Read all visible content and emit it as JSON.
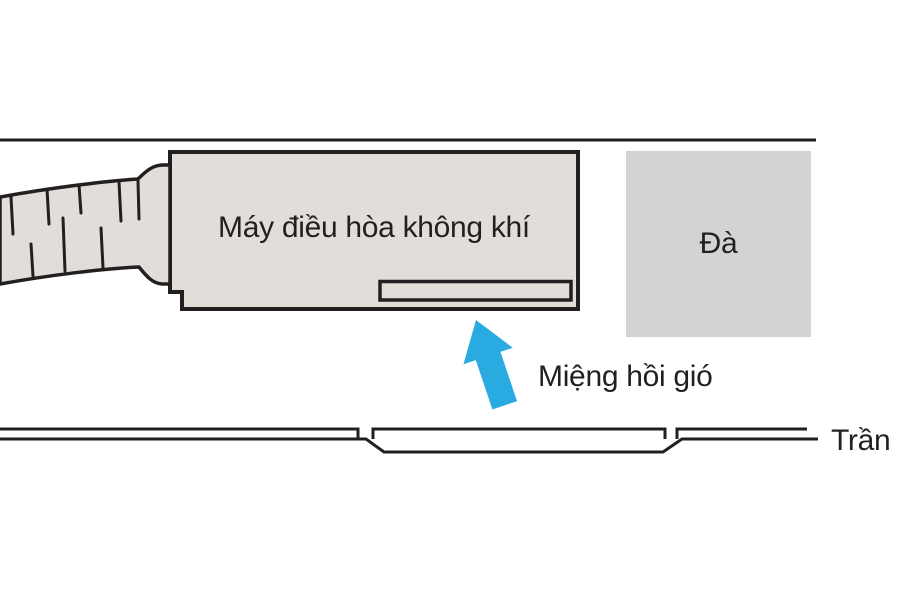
{
  "diagram": {
    "type": "hvac-installation-section-diagram",
    "labels": {
      "ac_unit": "Máy điều hòa không khí",
      "beam": "Đà",
      "return_air": "Miệng hồi gió",
      "ceiling": "Trần"
    },
    "icons": {
      "return_air_arrow": "thick-arrow-pointing-up-left"
    },
    "colors": {
      "line": "#231f20",
      "ac_unit_fill": "#e1ddd9",
      "grille_fill": "#e1ddd9",
      "beam_fill": "#d1d3d4",
      "arrow_blue": "#29abe2",
      "background": "#ffffff"
    }
  }
}
